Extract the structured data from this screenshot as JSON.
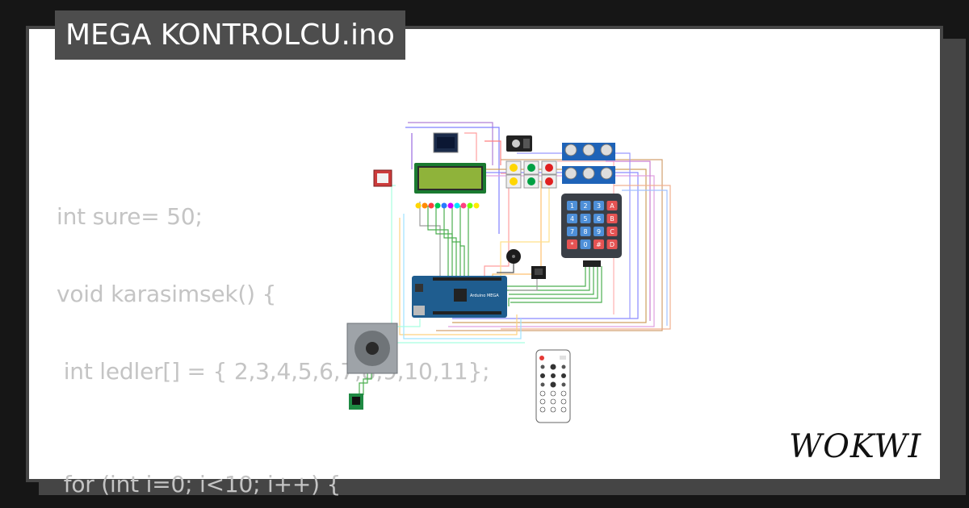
{
  "project": {
    "title": "MEGA KONTROLCU.ino"
  },
  "code_preview": {
    "lines": [
      "int sure= 50;",
      "void karasimsek() {",
      " int ledler[] = { 2,3,4,5,6,7,8,9,10,11};",
      " for (int i=0; i<10; i++) {"
    ]
  },
  "board": {
    "label": "Arduino MEGA"
  },
  "keypad": {
    "keys": [
      "1",
      "2",
      "3",
      "A",
      "4",
      "5",
      "6",
      "B",
      "7",
      "8",
      "9",
      "C",
      "*",
      "0",
      "#",
      "D"
    ]
  },
  "brand": {
    "logo_text": "WOKWI"
  },
  "colors": {
    "background": "#161616",
    "card": "#ffffff",
    "border": "#454545",
    "title_bg": "#4d4d4d",
    "code_text": "#c4c4c4",
    "board": "#1f5d8f",
    "lcd": "#8fb33a"
  }
}
